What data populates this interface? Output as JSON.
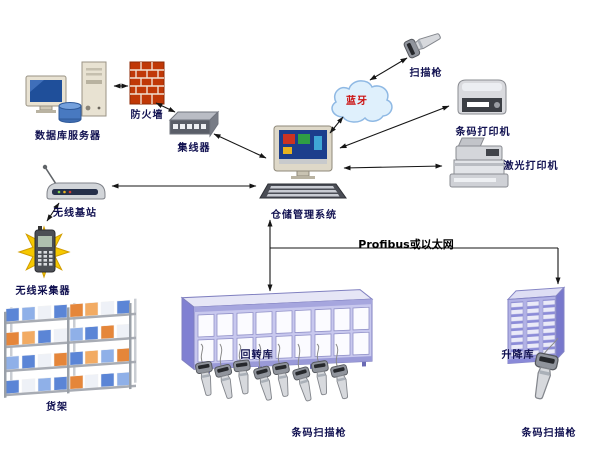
{
  "diagram": {
    "nodes": {
      "database_server": {
        "label": "数据库服务器"
      },
      "firewall": {
        "label": "防火墙"
      },
      "hub": {
        "label": "集线器"
      },
      "bluetooth_cloud": {
        "label": "蓝牙",
        "label_color": "#cc1111"
      },
      "scanner_gun_top": {
        "label": "扫描枪"
      },
      "barcode_printer": {
        "label": "条码打印机"
      },
      "laser_printer": {
        "label": "激光打印机"
      },
      "wms_computer": {
        "label": "仓储管理系统"
      },
      "wireless_base_station": {
        "label": "无线基站"
      },
      "wireless_collector": {
        "label": "无线采集器"
      },
      "shelf_rack": {
        "label": "货架"
      },
      "carousel_store": {
        "label": "回转库"
      },
      "barcode_scanner_row": {
        "label": "条码扫描枪",
        "count": 8
      },
      "lift_store": {
        "label": "升降库"
      },
      "barcode_scanner_right": {
        "label": "条码扫描枪"
      },
      "field_bus": {
        "label": "Profibus或以太网"
      }
    },
    "connections": [
      {
        "from": "database_server",
        "to": "firewall",
        "bidirectional": true
      },
      {
        "from": "firewall",
        "to": "hub",
        "bidirectional": true
      },
      {
        "from": "hub",
        "to": "wms_computer",
        "bidirectional": true
      },
      {
        "from": "bluetooth_cloud",
        "to": "scanner_gun_top",
        "bidirectional": true
      },
      {
        "from": "wms_computer",
        "to": "bluetooth_cloud",
        "bidirectional": true
      },
      {
        "from": "wms_computer",
        "to": "barcode_printer",
        "bidirectional": true
      },
      {
        "from": "wms_computer",
        "to": "laser_printer",
        "bidirectional": true
      },
      {
        "from": "wireless_base_station",
        "to": "wms_computer",
        "bidirectional": true
      },
      {
        "from": "wireless_base_station",
        "to": "wireless_collector",
        "bidirectional": true
      },
      {
        "from": "wms_computer",
        "to": "carousel_store",
        "via": "field_bus"
      },
      {
        "from": "wms_computer",
        "to": "lift_store",
        "via": "field_bus"
      }
    ],
    "colors": {
      "label": "#101050",
      "bluetooth_label": "#cc1111",
      "bus_label": "#000000",
      "arrow": "#151515",
      "firewall_brick": "#c03807",
      "storage_purple": "#8080d2",
      "cloud_fill": "#dff0fc"
    }
  }
}
